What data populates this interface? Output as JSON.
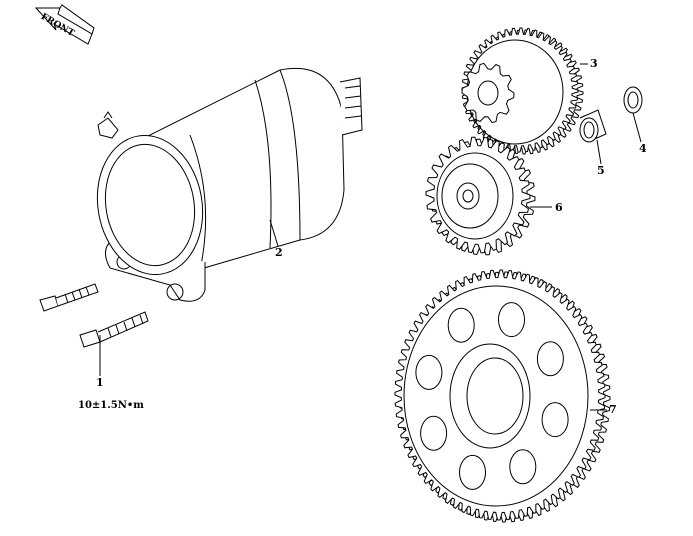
{
  "front_arrow": "FRONT",
  "callouts": [
    {
      "id": "1",
      "text": "1"
    },
    {
      "id": "2",
      "text": "2"
    },
    {
      "id": "3",
      "text": "3"
    },
    {
      "id": "4",
      "text": "4"
    },
    {
      "id": "5",
      "text": "5"
    },
    {
      "id": "6",
      "text": "6"
    },
    {
      "id": "7",
      "text": "7"
    }
  ],
  "torque_spec": "10±1.5N•m"
}
